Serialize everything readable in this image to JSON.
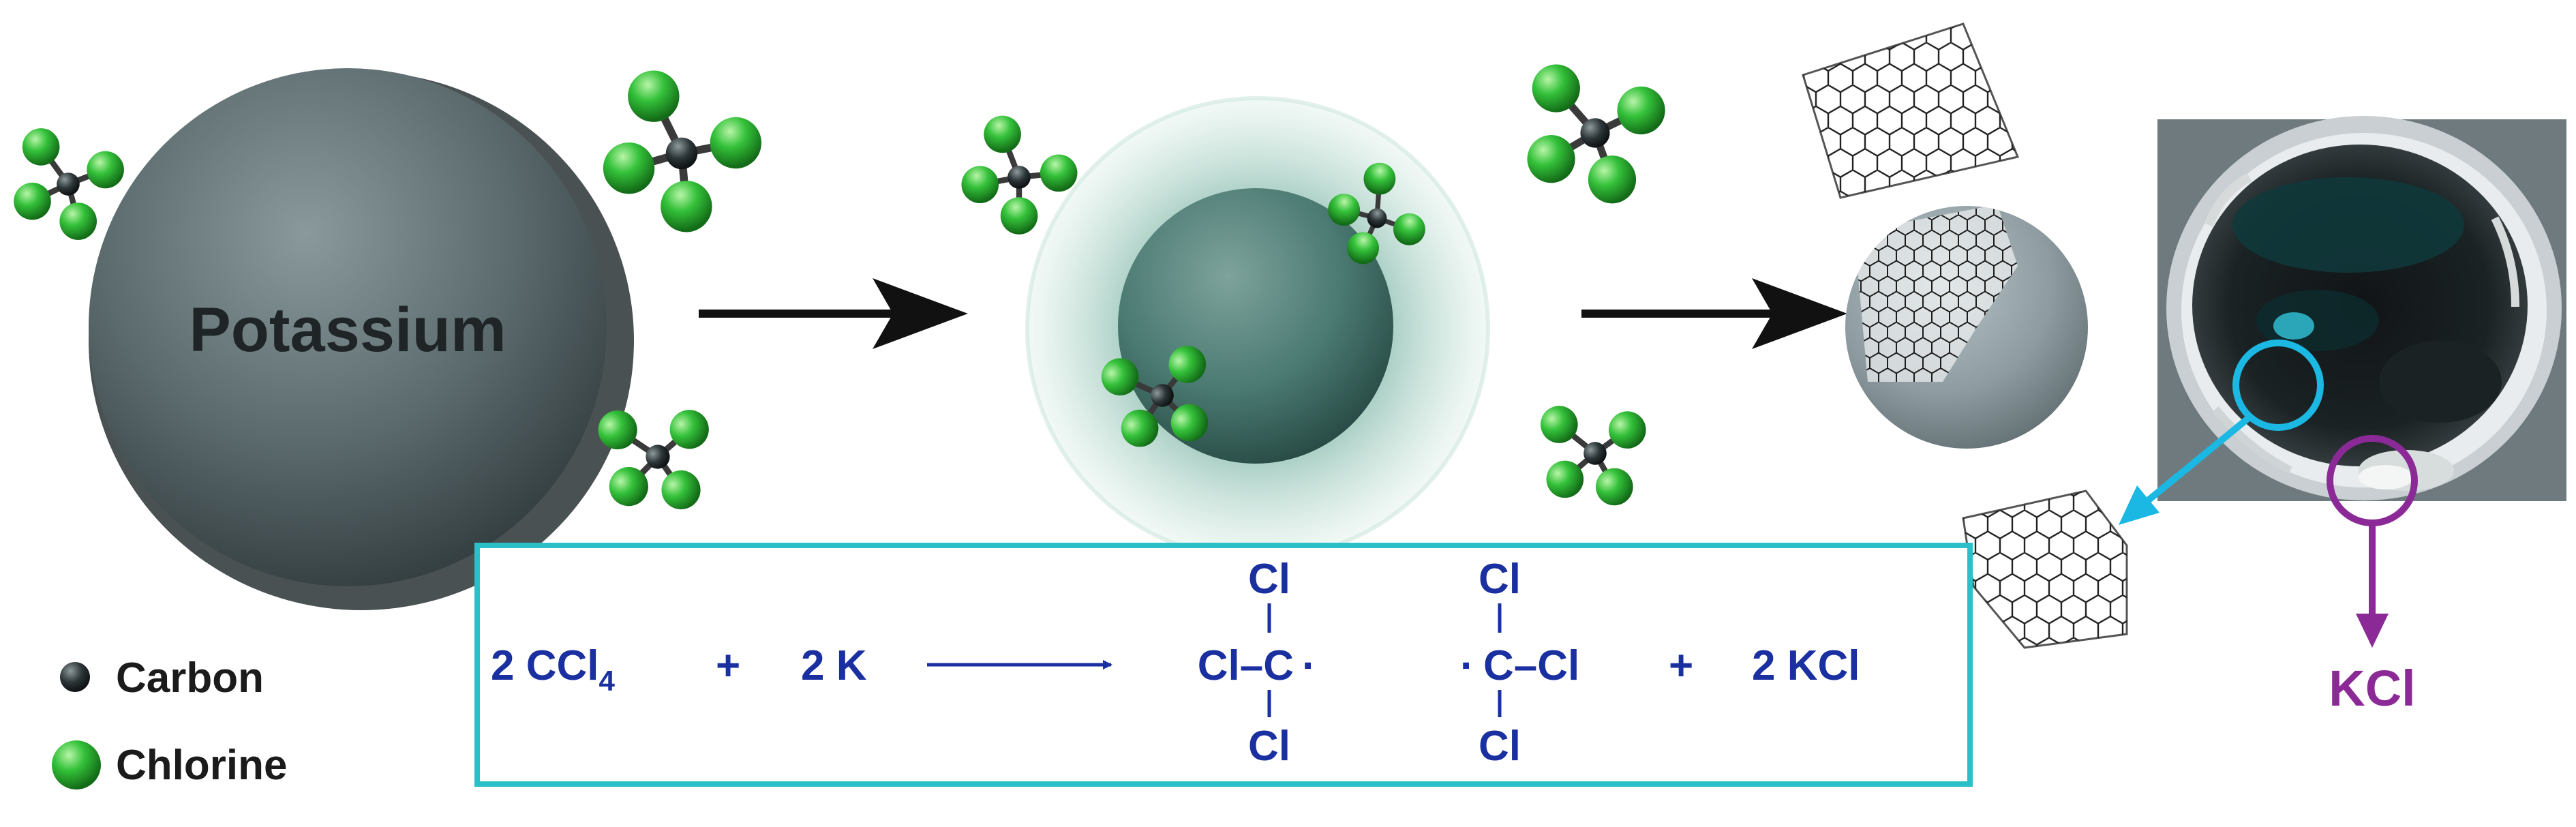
{
  "sphere_label": "Potassium",
  "legend": {
    "carbon_label": "Carbon",
    "chlorine_label": "Chlorine"
  },
  "equation": {
    "reactant_coef_1": "2 CCl",
    "reactant_sub_1": "4",
    "plus_1": "+",
    "reactant_2": "2 K",
    "radical_1": {
      "top": "Cl",
      "middle": "Cl–C",
      "dot": "·",
      "bottom": "Cl"
    },
    "radical_2": {
      "top": "Cl",
      "dot": "·",
      "middle": "C–Cl",
      "bottom": "Cl"
    },
    "plus_2": "+",
    "product": "2 KCl"
  },
  "kcl_label": "KCl",
  "colors": {
    "equation_text": "#1a2fa0",
    "box_border": "#2bc0c8",
    "kcl_purple": "#8b2a97",
    "graphene_circle": "#1ab8e2",
    "chlorine_green": "#2fb52f",
    "carbon_dark": "#2c3538",
    "arrow_black": "#111111"
  },
  "icons": [
    "carbon-atom-icon",
    "chlorine-atom-icon",
    "ccl4-molecule-icon",
    "graphene-sheet-icon",
    "reaction-arrow-icon"
  ]
}
